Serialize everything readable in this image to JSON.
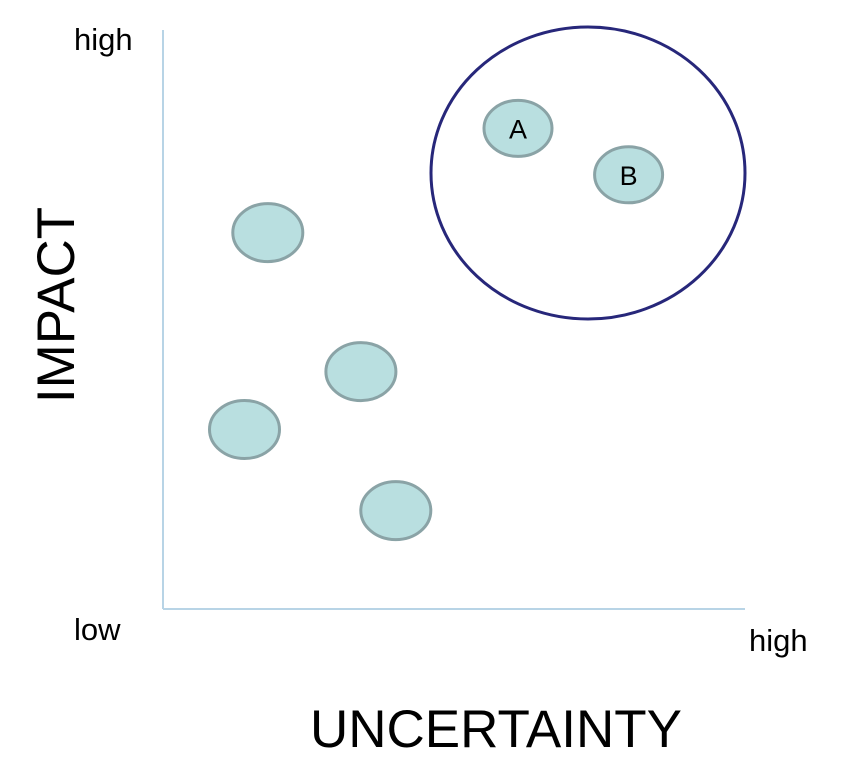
{
  "axes": {
    "y_title": "IMPACT",
    "x_title": "UNCERTAINTY",
    "y_high_label": "high",
    "origin_low_label": "low",
    "x_high_label": "high"
  },
  "items": [
    {
      "label": "A",
      "uncertainty": 0.61,
      "impact": 0.83
    },
    {
      "label": "B",
      "uncertainty": 0.8,
      "impact": 0.75
    },
    {
      "label": "",
      "uncertainty": 0.18,
      "impact": 0.65
    },
    {
      "label": "",
      "uncertainty": 0.34,
      "impact": 0.41
    },
    {
      "label": "",
      "uncertainty": 0.14,
      "impact": 0.31
    },
    {
      "label": "",
      "uncertainty": 0.4,
      "impact": 0.17
    }
  ],
  "highlight": {
    "members": [
      "A",
      "B"
    ]
  },
  "colors": {
    "bubble_fill": "#b9dfe0",
    "bubble_stroke": "#8aa3a6",
    "axis_line": "#b8d4e6",
    "highlight_stroke": "#27277a"
  }
}
